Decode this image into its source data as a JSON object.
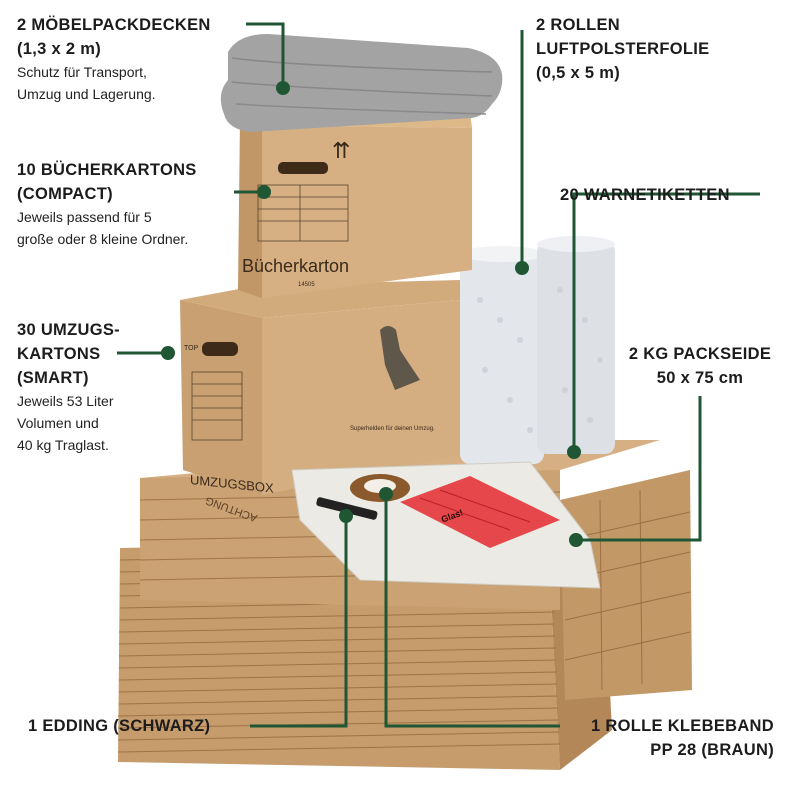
{
  "colors": {
    "accent": "#1f5634",
    "cardboard": "#c9a173",
    "cardboard_dark": "#a57a4a",
    "blanket": "#9c9c9c",
    "bubble_wrap": "#e6e9ec",
    "tissue_paper": "#ecebe6",
    "labels_red": "#e8474a"
  },
  "callouts": {
    "blankets": {
      "title_line1": "2 MÖBELPACKDECKEN",
      "title_line2": "(1,3 x 2 m)",
      "desc_line1": "Schutz für Transport,",
      "desc_line2": "Umzug und Lagerung."
    },
    "book_boxes": {
      "title_line1": "10 BÜCHERKARTONS",
      "title_line2": "(COMPACT)",
      "desc_line1": "Jeweils passend für 5",
      "desc_line2": "große oder 8 kleine Ordner."
    },
    "moving_boxes": {
      "title_line1": "30 UMZUGS-",
      "title_line2": "KARTONS",
      "title_line3": "(SMART)",
      "desc_line1": "Jeweils 53 Liter",
      "desc_line2": "Volumen und",
      "desc_line3": "40 kg Traglast."
    },
    "bubble_wrap": {
      "title_line1": "2 ROLLEN",
      "title_line2": "LUFTPOLSTERFOLIE",
      "title_line3": "(0,5 x 5 m)"
    },
    "warning_labels": {
      "title": "20 WARNETIKETTEN"
    },
    "tissue_paper": {
      "title_line1": "2 KG PACKSEIDE",
      "title_line2": "50 x 75 cm"
    },
    "marker": {
      "title": "1 EDDING (SCHWARZ)"
    },
    "tape": {
      "title_line1": "1 ROLLE KLEBEBAND",
      "title_line2": "PP 28 (BRAUN)"
    }
  },
  "product_prints": {
    "book_box_label": "Bücherkarton",
    "book_box_code": "14505",
    "moving_box_label": "UMZUGSBOX",
    "moving_box_slogan": "Superhelden für deinen Umzug.",
    "flat_box_warning": "ACHTUNG",
    "top_marker": "TOP",
    "labels_text": "Glas!"
  }
}
